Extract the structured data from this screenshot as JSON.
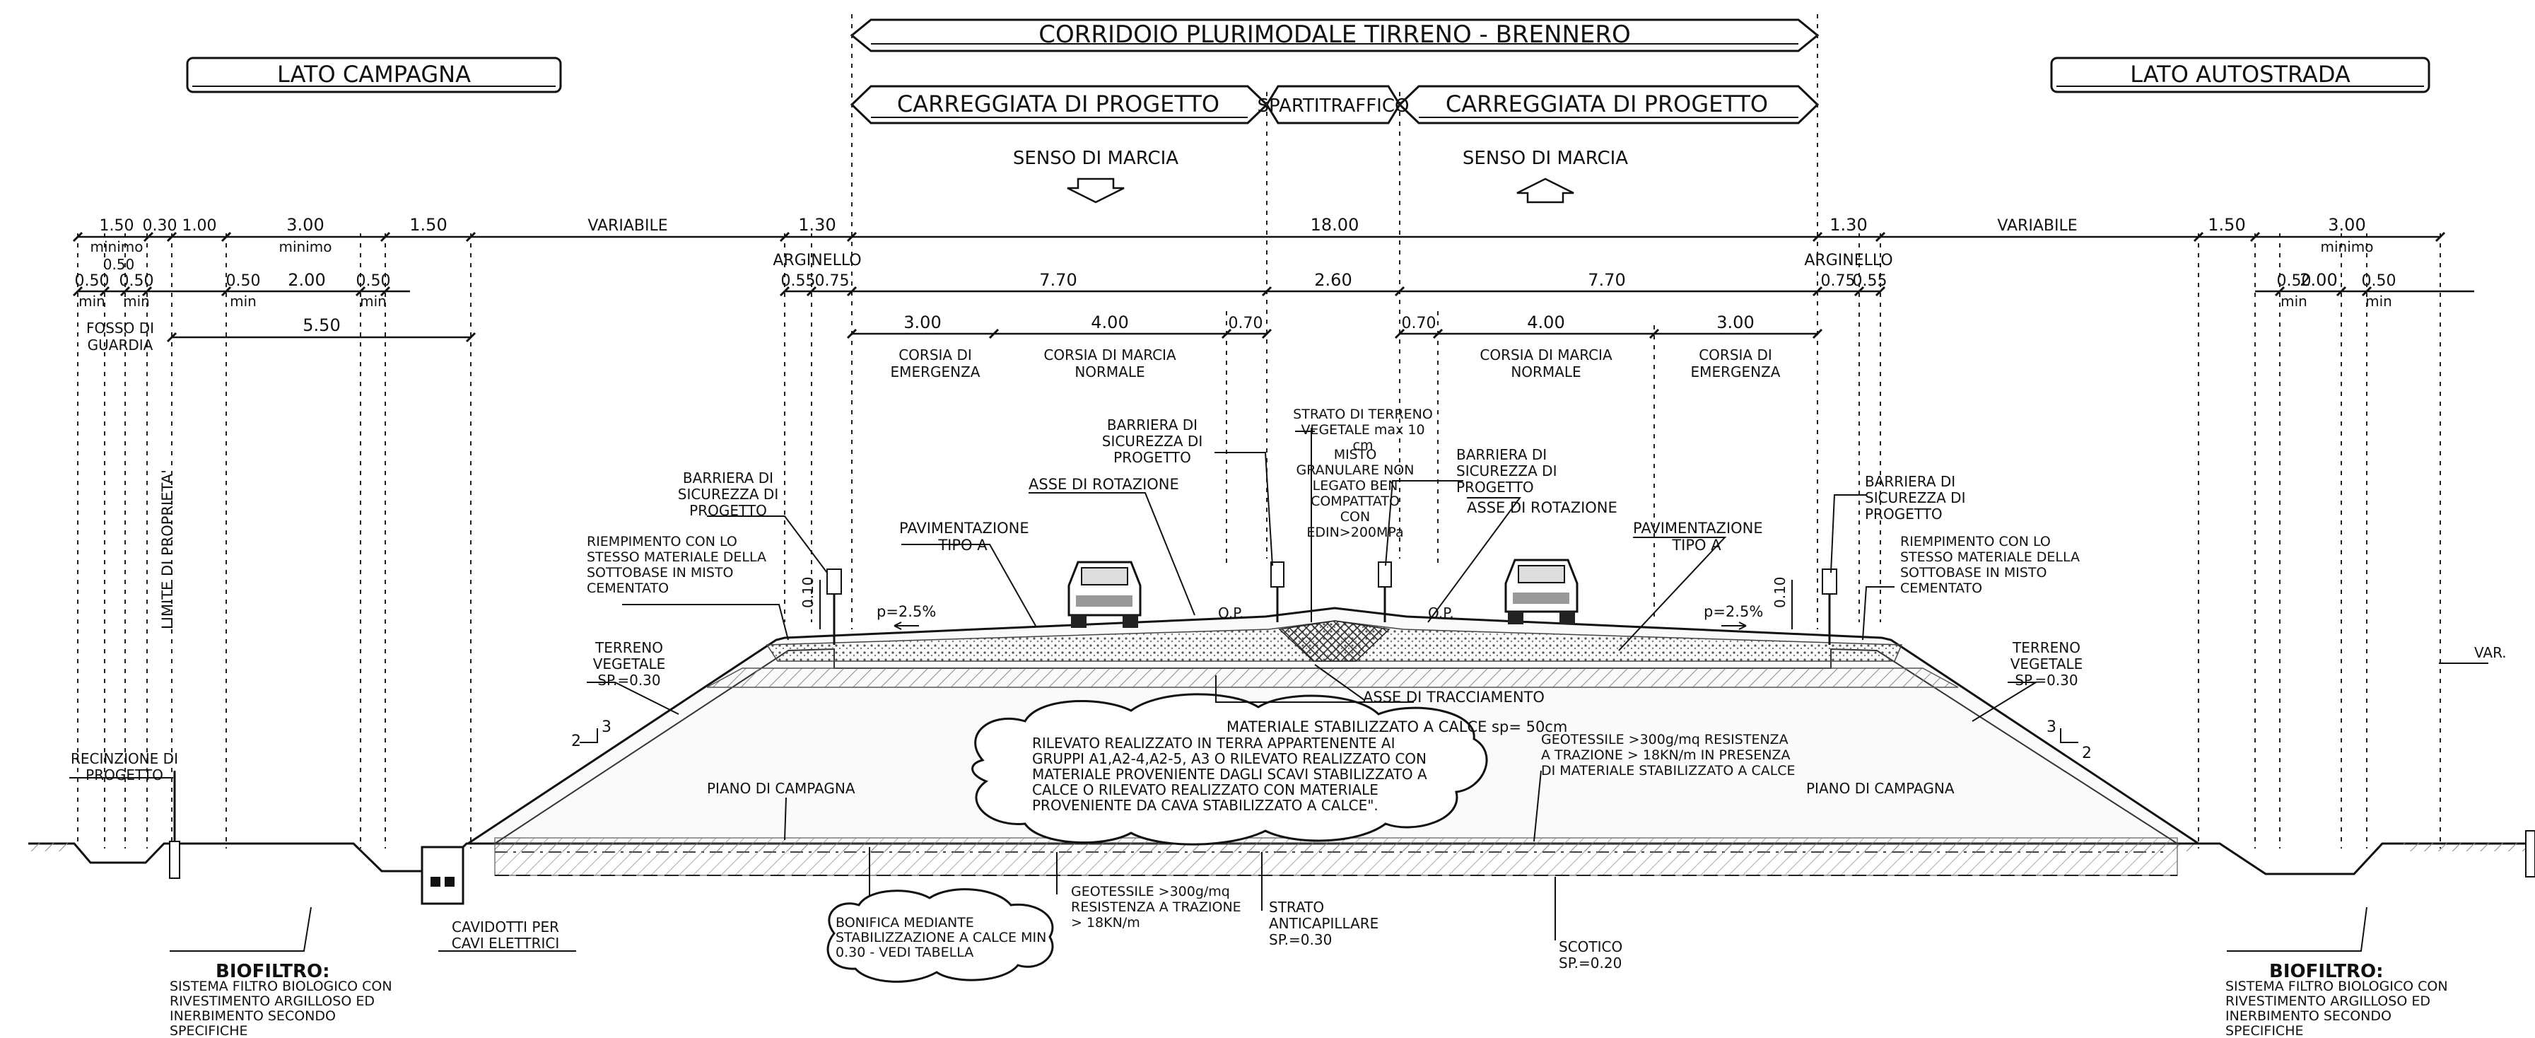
{
  "header": {
    "corridor": "CORRIDOIO PLURIMODALE TIRRENO - BRENNERO",
    "lato_left": "LATO CAMPAGNA",
    "lato_right": "LATO AUTOSTRADA",
    "carr_left": "CARREGGIATA DI PROGETTO",
    "spartitraffico": "SPARTITRAFFICO",
    "carr_right": "CARREGGIATA DI PROGETTO",
    "senso_left": "SENSO DI MARCIA",
    "senso_right": "SENSO DI MARCIA"
  },
  "dims": {
    "row1": {
      "l_150": "1.50",
      "l_030": "0.30",
      "l_100": "1.00",
      "l_300": "3.00",
      "l_150b": "1.50",
      "variabile_l": "VARIABILE",
      "l_130": "1.30",
      "center_1800": "18.00",
      "r_130": "1.30",
      "variabile_r": "VARIABILE",
      "r_150": "1.50",
      "r_300": "3.00"
    },
    "minimo": [
      "minimo",
      "minimo",
      "minimo"
    ],
    "arginello_l": "ARGINELLO",
    "arginello_r": "ARGINELLO",
    "row2": {
      "l_050": "0.50",
      "l_050a": "0.50",
      "l_050b": "0.50",
      "l_050c": "0.50",
      "l_200": "2.00",
      "l_050d": "0.50",
      "l_055": "0.55",
      "l_075": "0.75",
      "l_770": "7.70",
      "c_260": "2.60",
      "r_770": "7.70",
      "r_075": "0.75",
      "r_055": "0.55",
      "r_050a": "0.50",
      "r_200": "2.00",
      "r_050b": "0.50"
    },
    "min_labels": [
      "min",
      "min",
      "min",
      "min",
      "min",
      "min"
    ],
    "row3": {
      "fosso": "FOSSO DI GUARDIA",
      "l_550": "5.50",
      "l_300": "3.00",
      "l_400": "4.00",
      "l_070": "0.70",
      "r_070": "0.70",
      "r_400": "4.00",
      "r_300": "3.00"
    },
    "corsie": {
      "emergenza_l": "CORSIA DI EMERGENZA",
      "marcia_l": "CORSIA DI MARCIA NORMALE",
      "marcia_r": "CORSIA DI MARCIA NORMALE",
      "emergenza_r": "CORSIA DI EMERGENZA"
    },
    "var": "VAR."
  },
  "annotations": {
    "limite": "LIMITE DI PROPRIETA'",
    "barriera_l": "BARRIERA DI SICUREZZA DI PROGETTO",
    "barriera_cl": "BARRIERA DI SICUREZZA DI PROGETTO",
    "barriera_cr": "BARRIERA DI SICUREZZA DI PROGETTO",
    "barriera_r": "BARRIERA DI SICUREZZA DI PROGETTO",
    "riemp_l": "RIEMPIMENTO CON LO STESSO MATERIALE DELLA SOTTOBASE IN MISTO CEMENTATO",
    "riemp_r": "RIEMPIMENTO CON LO STESSO MATERIALE DELLA SOTTOBASE IN MISTO CEMENTATO",
    "pav_l": "PAVIMENTAZIONE TIPO A",
    "pav_r": "PAVIMENTAZIONE TIPO A",
    "asse_rot_l": "ASSE DI ROTAZIONE",
    "asse_rot_r": "ASSE DI ROTAZIONE",
    "strato_veg": "STRATO DI TERRENO VEGETALE max 10 cm",
    "misto": "MISTO GRANULARE NON LEGATO BEN COMPATTATO CON EDIN>200MPa",
    "terreno_l": "TERRENO VEGETALE SP.=0.30",
    "terreno_r": "TERRENO VEGETALE SP.=0.30",
    "asse_tracc": "ASSE DI TRACCIAMENTO",
    "mat_stab": "MATERIALE STABILIZZATO A CALCE sp= 50cm",
    "rilevato": "RILEVATO REALIZZATO IN TERRA APPARTENENTE AI GRUPPI A1,A2-4,A2-5, A3 O RILEVATO REALIZZATO CON MATERIALE PROVENIENTE DAGLI SCAVI STABILIZZATO A CALCE O RILEVATO REALIZZATO CON MATERIALE PROVENIENTE DA CAVA STABILIZZATO A CALCE\".",
    "geo_r": "GEOTESSILE >300g/mq RESISTENZA A TRAZIONE > 18KN/m IN PRESENZA DI MATERIALE STABILIZZATO A CALCE",
    "piano_l": "PIANO DI CAMPAGNA",
    "piano_r": "PIANO DI CAMPAGNA",
    "recinzione": "RECINZIONE DI PROGETTO",
    "cavidotti": "CAVIDOTTI PER CAVI ELETTRICI",
    "bonifica": "BONIFICA MEDIANTE STABILIZZAZIONE A CALCE MIN 0.30 - VEDI TABELLA",
    "geo_c": "GEOTESSILE >300g/mq RESISTENZA A TRAZIONE > 18KN/m",
    "anticap": "STRATO ANTICAPILLARE SP.=0.30",
    "scotico": "SCOTICO SP.=0.20",
    "biofiltro_title": "BIOFILTRO:",
    "biofiltro_text": "SISTEMA FILTRO BIOLOGICO CON RIVESTIMENTO ARGILLOSO ED INERBIMENTO SECONDO SPECIFICHE",
    "biofiltro_title_r": "BIOFILTRO:",
    "biofiltro_text_r": "SISTEMA FILTRO BIOLOGICO CON RIVESTIMENTO ARGILLOSO ED INERBIMENTO SECONDO SPECIFICHE",
    "slope_l": "p=2.5%",
    "slope_r": "p=2.5%",
    "h010_l": "0.10",
    "h010_r": "0.10",
    "op_l": "O.P.",
    "op_cl": "O.P.",
    "op_cr": "O.P.",
    "sl_l_3": "3",
    "sl_l_2": "2",
    "sl_r_3": "3",
    "sl_r_2": "2"
  }
}
